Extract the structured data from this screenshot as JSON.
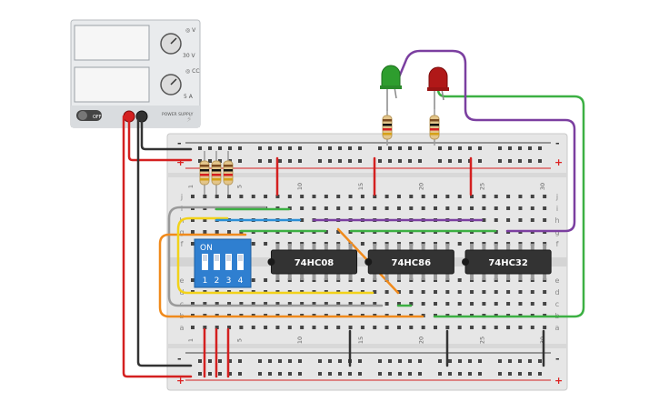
{
  "power_supply": {
    "off_label": "OFF",
    "voltage_knob_label": "◎ V",
    "current_knob_label": "◎ CC",
    "voltage_max": "30 V",
    "current_max": "5 A",
    "brand": "POWER SUPPLY"
  },
  "chips": [
    {
      "label": "74HC08"
    },
    {
      "label": "74HC86"
    },
    {
      "label": "74HC32"
    }
  ],
  "dip_switch": {
    "on_label": "ON",
    "numbers": [
      "1",
      "2",
      "3",
      "4"
    ]
  },
  "breadboard": {
    "column_numbers": [
      "1",
      "5",
      "10",
      "15",
      "20",
      "25",
      "30"
    ],
    "rows_top": [
      "j",
      "i",
      "h",
      "g",
      "f"
    ],
    "rows_bottom": [
      "e",
      "d",
      "c",
      "b",
      "a"
    ],
    "rail_plus": "+",
    "rail_minus": "-"
  },
  "colors": {
    "wire_red": "#d42020",
    "wire_black": "#333333",
    "wire_green": "#3cb043",
    "wire_purple": "#7b3fa0",
    "wire_blue": "#2b8fd6",
    "wire_yellow": "#f2d21a",
    "wire_orange": "#f08a1c",
    "wire_gray": "#9a9a9a",
    "led_green": "#2e9d2e",
    "led_red": "#b01818",
    "dip_blue": "#2f7fd0"
  }
}
